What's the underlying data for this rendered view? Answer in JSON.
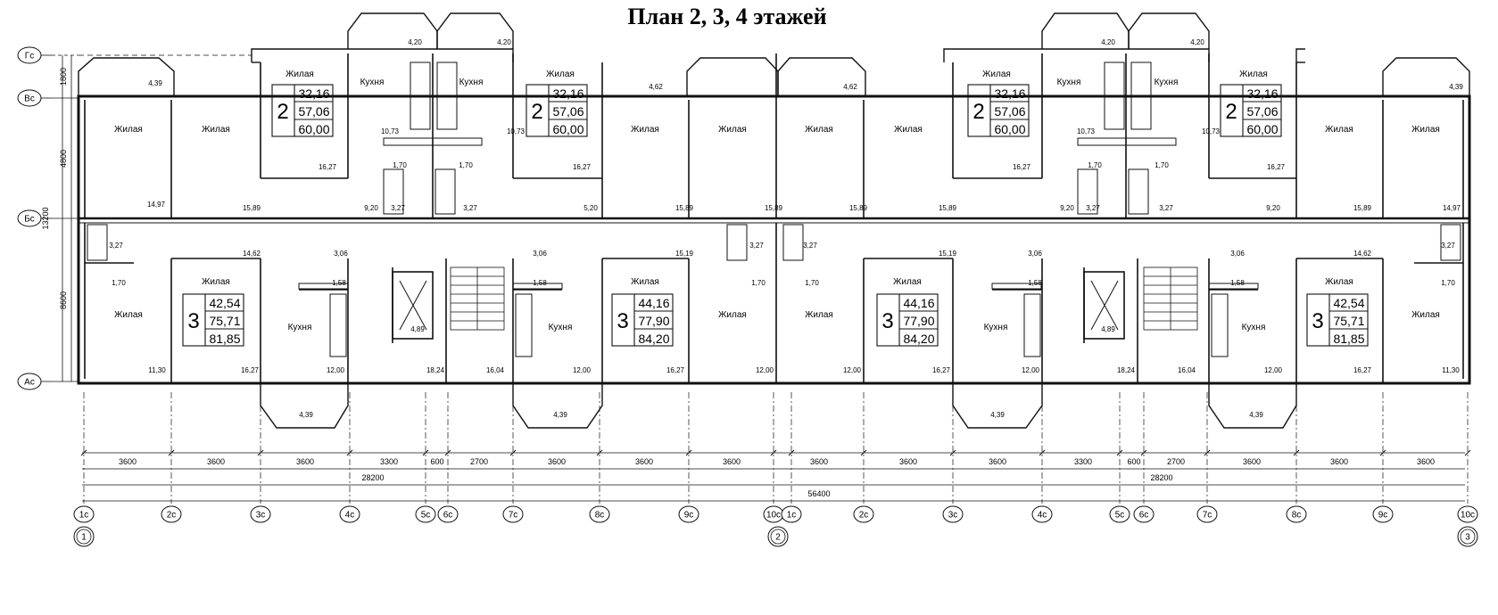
{
  "title": "План 2, 3, 4 этажей",
  "row_axes": [
    "Гс",
    "Вс",
    "Бс",
    "Ас"
  ],
  "col_axes": [
    "1c",
    "2c",
    "3c",
    "4c",
    "5c",
    "6c",
    "7c",
    "8c",
    "9c",
    "10c",
    "1c",
    "2c",
    "3c",
    "4c",
    "5c",
    "6c",
    "7c",
    "8c",
    "9c",
    "10c"
  ],
  "big_axes": [
    "1",
    "2",
    "3"
  ],
  "row_dims": [
    "1800",
    "4800",
    "13200",
    "8600"
  ],
  "col_dims": [
    "3600",
    "3600",
    "3600",
    "3300",
    "600",
    "2700",
    "3600",
    "3600",
    "3600",
    "3600",
    "3600",
    "3600",
    "3300",
    "600",
    "2700",
    "3600",
    "3600",
    "3600"
  ],
  "total_dims": [
    "28200",
    "28200",
    "56400"
  ],
  "room_labels": {
    "living": "Жилая",
    "kitchen": "Кухня"
  },
  "apartments": [
    {
      "rooms": "2",
      "values": [
        "32,16",
        "57,06",
        "60,00"
      ]
    },
    {
      "rooms": "2",
      "values": [
        "32,16",
        "57,06",
        "60,00"
      ]
    },
    {
      "rooms": "2",
      "values": [
        "32,16",
        "57,06",
        "60,00"
      ]
    },
    {
      "rooms": "2",
      "values": [
        "32,16",
        "57,06",
        "60,00"
      ]
    },
    {
      "rooms": "3",
      "values": [
        "42,54",
        "75,71",
        "81,85"
      ]
    },
    {
      "rooms": "3",
      "values": [
        "44,16",
        "77,90",
        "84,20"
      ]
    },
    {
      "rooms": "3",
      "values": [
        "44,16",
        "77,90",
        "84,20"
      ]
    },
    {
      "rooms": "3",
      "values": [
        "42,54",
        "75,71",
        "81,85"
      ]
    }
  ],
  "area_labels": [
    "4,39",
    "4,20",
    "4,20",
    "4,62",
    "4,62",
    "4,20",
    "4,20",
    "4,39",
    "10,73",
    "10,73",
    "10,73",
    "10,73",
    "16,27",
    "16,27",
    "16,27",
    "16,27",
    "1,70",
    "1,70",
    "1,70",
    "1,70",
    "14,97",
    "15,89",
    "9,20",
    "3,27",
    "3,27",
    "5,20",
    "15,89",
    "15,89",
    "15,89",
    "15,89",
    "9,20",
    "3,27",
    "3,27",
    "9,20",
    "15,89",
    "14,97",
    "3,27",
    "14,62",
    "3,06",
    "1,58",
    "3,06",
    "1,58",
    "15,19",
    "3,27",
    "3,27",
    "15,19",
    "3,06",
    "1,58",
    "3,06",
    "1,58",
    "14,62",
    "3,27",
    "1,70",
    "1,70",
    "1,70",
    "1,70",
    "4,89",
    "4,89",
    "11,30",
    "16,27",
    "12,00",
    "18,24",
    "16,04",
    "12,00",
    "16,27",
    "12,00",
    "12,00",
    "16,27",
    "12,00",
    "18,24",
    "16,04",
    "12,00",
    "16,27",
    "11,30",
    "4,39",
    "4,39",
    "4,39",
    "4,39"
  ]
}
